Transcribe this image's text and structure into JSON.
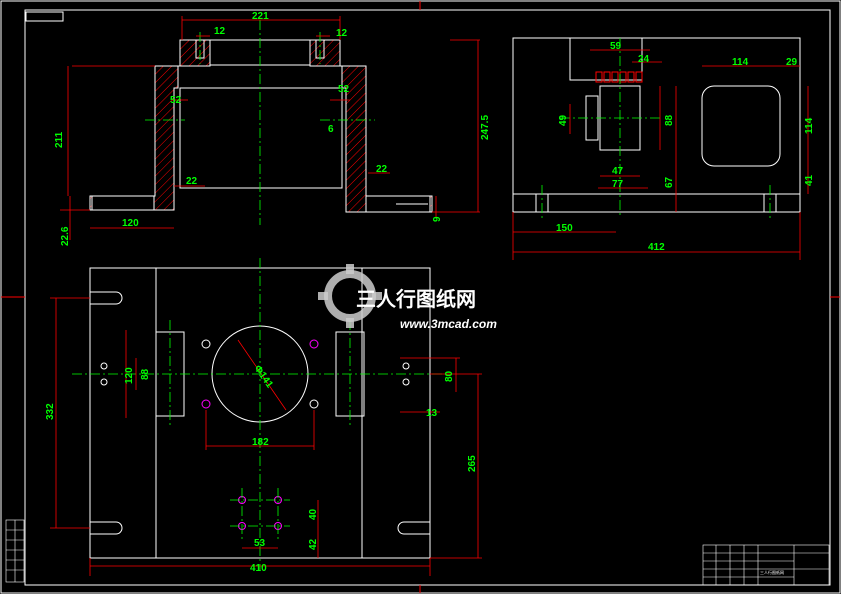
{
  "colors": {
    "background": "#000000",
    "outline": "#ffffff",
    "dimension": "#ff0000",
    "dimension_text": "#00ff00",
    "centerline": "#00ff00",
    "hatch": "#ff0000"
  },
  "watermark": {
    "brand": "三人行图纸网",
    "url": "www.3mcad.com",
    "logo_icon": "gear-logo-icon"
  },
  "front_view": {
    "dims": {
      "width_top": "221",
      "slot_left": "12",
      "slot_right": "12",
      "step_left": "52",
      "step_right": "52",
      "hole": "6",
      "height": "211",
      "overall_height": "247.5",
      "foot_left": "22",
      "foot_right": "22",
      "foot_thickness": "9",
      "foot_length": "120",
      "base_thickness": "22.6"
    }
  },
  "side_view": {
    "dims": {
      "top_width": "59",
      "top_slot": "24",
      "window_width": "114",
      "corner": "29",
      "left_hole_h": "49",
      "left_hole_v": "88",
      "pocket_w1": "47",
      "pocket_w2": "77",
      "pocket_h": "67",
      "window_height": "114",
      "window_bottom": "41",
      "left_offset": "150",
      "overall_width": "412"
    }
  },
  "plan_view": {
    "dims": {
      "bore_diameter": "Φ141",
      "bolt_spacing": "182",
      "left_block_inner": "120",
      "left_block_outer": "88",
      "right_block": "80",
      "right_block_offset": "13",
      "overall_depth": "332",
      "hole_offset": "265",
      "hole_pattern_v": "40",
      "hole_pattern_h": "53",
      "hole_bottom": "42",
      "overall_width": "410"
    }
  },
  "title_block": {
    "text": "三人行图纸网"
  }
}
